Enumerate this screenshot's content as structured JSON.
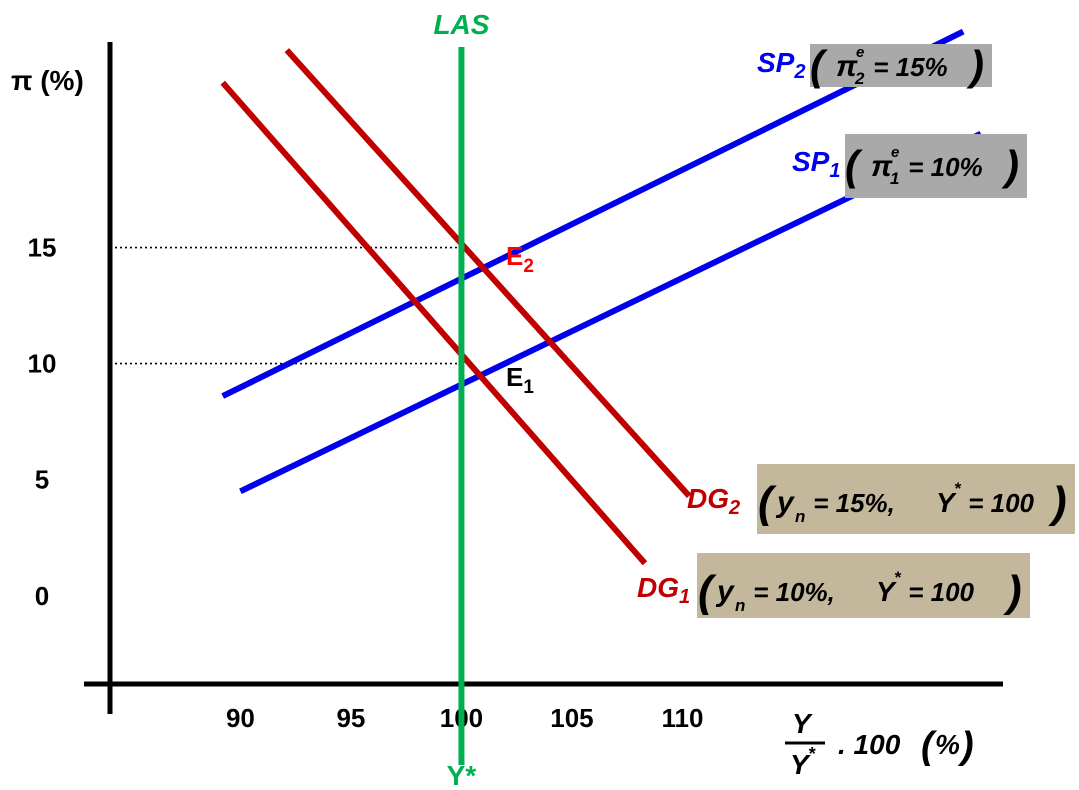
{
  "chart_data": {
    "type": "line",
    "ylabel": "π (%)",
    "xlabel": {
      "numerator": "Y",
      "denominator": "Y",
      "denominator_sup": "*",
      "suffix": ". 100",
      "open_paren": "(",
      "unit": "%",
      "close_paren": ")"
    },
    "x_ticks": [
      90,
      95,
      100,
      105,
      110
    ],
    "y_ticks": [
      0,
      5,
      10,
      15
    ],
    "xlim": [
      84.1,
      124.5
    ],
    "ylim": [
      -3.8,
      22
    ],
    "grid": false,
    "colors": {
      "sp": "#0000ee",
      "dg": "#c00000",
      "las": "#00b050",
      "e2": "#ff0000",
      "e1": "#000000",
      "box": "#a9a9a9",
      "box2": "#c4b89c"
    },
    "las": {
      "x": 100,
      "label": "LAS",
      "bottom_label": "Y*"
    },
    "series": [
      {
        "key": "sp1",
        "color": "#0000ee",
        "points": [
          [
            90,
            4.5
          ],
          [
            123.5,
            19.9
          ]
        ],
        "label": {
          "name": "SP",
          "sub": "1",
          "open": "(",
          "sym": "π",
          "sup": "e",
          "ssub": "1",
          "eq": " = 10%",
          "close": ")"
        }
      },
      {
        "key": "sp2",
        "color": "#0000ee",
        "points": [
          [
            89.2,
            8.6
          ],
          [
            122.7,
            24.3
          ]
        ],
        "label": {
          "name": "SP",
          "sub": "2",
          "open": "(",
          "sym": "π",
          "sup": "e",
          "ssub": "2",
          "eq": " = 15%",
          "close": ")"
        }
      },
      {
        "key": "dg1",
        "color": "#c00000",
        "points": [
          [
            89.2,
            22.1
          ],
          [
            108.3,
            1.4
          ]
        ],
        "label": {
          "name": "DG",
          "sub": "1",
          "open": "(",
          "y": "y",
          "ysub": "n",
          "eq1": " = 10%, ",
          "Y": "Y",
          "Ysup": "*",
          "eq2": " = 100",
          "close": ")"
        }
      },
      {
        "key": "dg2",
        "color": "#c00000",
        "points": [
          [
            92.1,
            23.5
          ],
          [
            110.3,
            4.3
          ]
        ],
        "label": {
          "name": "DG",
          "sub": "2",
          "open": "(",
          "y": "y",
          "ysub": "n",
          "eq1": " = 15%, ",
          "Y": "Y",
          "Ysup": "*",
          "eq2": " = 100",
          "close": ")"
        }
      }
    ],
    "guides": [
      {
        "from_x": 84.1,
        "x": 100,
        "y": 15
      },
      {
        "from_x": 84.1,
        "x": 100,
        "y": 10
      }
    ],
    "equilibria": [
      {
        "name": "E",
        "sub": "2",
        "x": 100,
        "y": 15,
        "color": "#ff0000"
      },
      {
        "name": "E",
        "sub": "1",
        "x": 100,
        "y": 10,
        "color": "#000000"
      }
    ]
  }
}
